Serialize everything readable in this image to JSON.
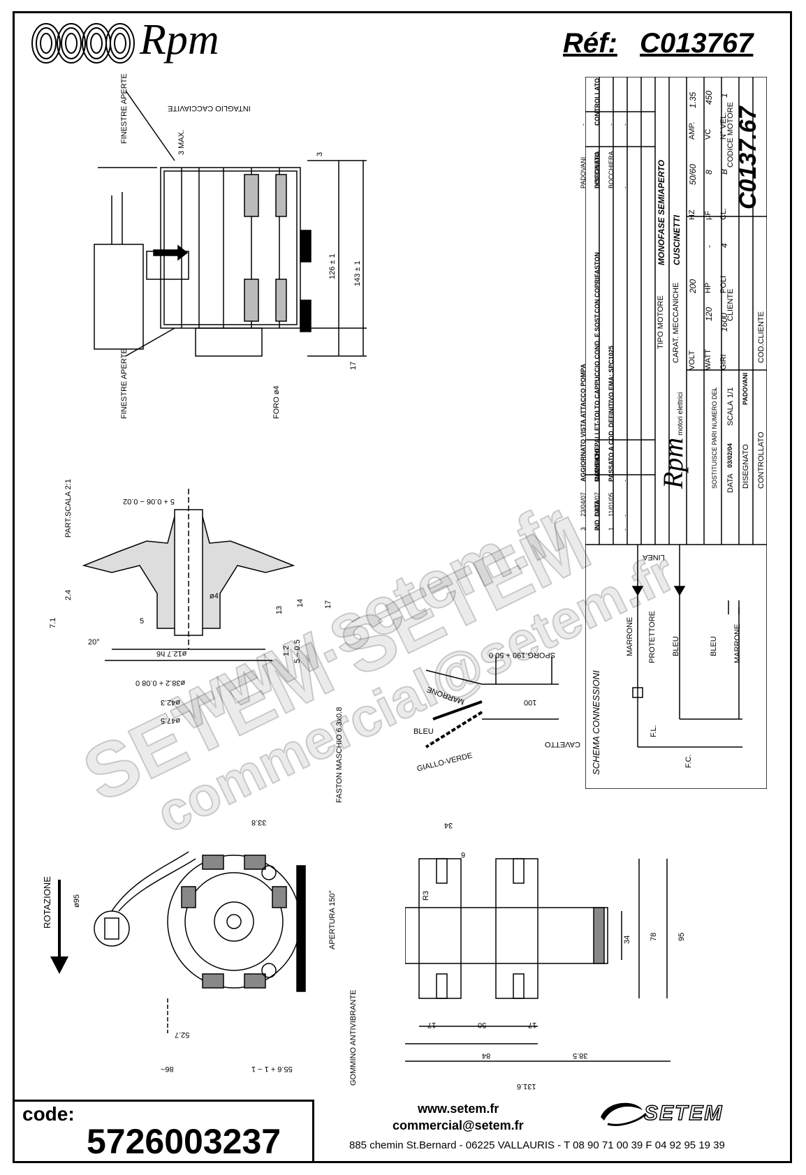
{
  "header": {
    "brand": "Rpm",
    "ref_label": "Réf:",
    "ref_value": "C013767"
  },
  "top_view": {
    "finestre_top": "FINESTRE APERTE",
    "finestre_bottom": "FINESTRE APERTE",
    "intaglio": "INTAGLIO CACCIAVITE",
    "max": "3 MAX.",
    "dim_3": "3",
    "dim_126": "126 ± 1",
    "dim_143": "143 ± 1",
    "dim_17": "17",
    "foro": "FORO ø4"
  },
  "part_detail": {
    "label": "PART.SCALA 2:1",
    "d5": "5 + 0.06 − 0.02",
    "d24": "2.4",
    "d71": "7.1",
    "d5b": "5",
    "d4": "ø4",
    "d13": "13",
    "d14": "14",
    "d17": "17",
    "d12": "1.2",
    "d5c": "5 − 0.5",
    "d20": "20°",
    "d127": "ø12.7 h6",
    "d382": "ø38.2 + 0.08 0",
    "d423": "ø42.3",
    "d475": "ø47.5"
  },
  "cable": {
    "sporg": "SPORG.190 + 50 0",
    "d100": "100",
    "marrone": "MARRONE",
    "bleu": "BLEU",
    "giallo": "GIALLO-VERDE",
    "cavetto": "CAVETTO",
    "faston": "FASTON MASCHIO 6.3x0.8"
  },
  "schema": {
    "title": "SCHEMA CONNESSIONI",
    "linea": "LINEA",
    "marrone1": "MARRONE",
    "protettore": "PROTETTORE",
    "bleu1": "BLEU",
    "bleu2": "BLEU",
    "marrone2": "MARRONE",
    "fl": "F.L.",
    "fc": "F.C."
  },
  "title_block": {
    "rows": [
      {
        "ind": "3",
        "data": "23/04/07",
        "modifiche": "AGGIORNATO VISTA ATTACCO POMPA",
        "disegnato": "PADOVANI",
        "controllato": "-"
      },
      {
        "ind": "2",
        "data": "19/07/07",
        "modifiche": "CAMBIATO PALLET-TOLTO CAPPUCCIO COND. E SOST.CON COPRIFASTON",
        "disegnato": "BOCCHIERA",
        "controllato": "-"
      },
      {
        "ind": "1",
        "data": "11/01/05",
        "modifiche": "PASSATO A COD. DEFINITIVO EMA: SPC1025",
        "disegnato": "BOCCHIERA",
        "controllato": "-"
      },
      {
        "ind": "-",
        "data": "-",
        "modifiche": "-",
        "disegnato": "-",
        "controllato": "-"
      }
    ],
    "hdr_ind": "IND",
    "hdr_data": "DATA",
    "hdr_modifiche": "MODIFICHE",
    "hdr_disegnato": "DISEGNATO",
    "hdr_controllato": "CONTROLLATO",
    "logo_sub": "motori elettrici",
    "tipo_label": "TIPO MOTORE",
    "tipo_value": "MONOFASE SEMIAPERTO",
    "carat_label": "CARAT. MECCANICHE",
    "carat_value": "CUSCINETTI",
    "volt_l": "VOLT",
    "volt_v": "200",
    "hz_l": "HZ",
    "hz_v": "50/60",
    "amp_l": "AMP.",
    "amp_v": "1.35",
    "watt_l": "WATT",
    "watt_v": "120",
    "hp_l": "HP",
    "hp_v": "-",
    "uf_l": "µF",
    "uf_v": "8",
    "vc_l": "VC",
    "vc_v": "450",
    "giri_l": "GIRI",
    "giri_v": "1600",
    "poli_l": "POLI",
    "poli_v": "4",
    "cl_l": "CL.",
    "cl_v": "B",
    "nvel_l": "N° VEL.",
    "nvel_v": "1",
    "codice_label": "CODICE MOTORE",
    "codice_value": "C0137.67",
    "sost_label": "SOSTITUISCE PARI NUMERO DEL",
    "sost_value": "-",
    "data_label": "DATA",
    "data_value": "03/02/04",
    "scala_label": "SCALA",
    "scala_value": "1/1",
    "cliente_label": "CLIENTE",
    "disegnato_label": "DISEGNATO",
    "disegnato_value": "PADOVANI",
    "controllato_label": "CONTROLLATO",
    "cod_cliente_label": "COD.CLIENTE"
  },
  "front_view": {
    "rotazione": "ROTAZIONE",
    "d95": "ø95",
    "d338": "33.8",
    "apertura": "APERTURA 150°",
    "d527": "52.7",
    "d86": "86~",
    "d556": "55.6 + 1 − 1",
    "gommino": "GOMMINO ANTIVIBRANTE"
  },
  "side_view": {
    "d34": "34",
    "d6": "6",
    "r3": "R3",
    "d34b": "34",
    "d78": "78",
    "d95": "95",
    "d17a": "17",
    "d50": "50",
    "d17b": "17",
    "d84": "84",
    "d385": "38.5",
    "d1316": "131.6"
  },
  "watermark": {
    "line1": "www.setem.fr",
    "line2": "SETEM   SETEM",
    "line3": "commercial@setem.fr"
  },
  "footer": {
    "code_label": "code:",
    "code_value": "5726003237",
    "website": "www.setem.fr",
    "email": "commercial@setem.fr",
    "brand": "SETEM",
    "address": "885 chemin St.Bernard  -  06225 VALLAURIS  -  T 08 90 71 00 39   F 04 92 95 19 39"
  }
}
